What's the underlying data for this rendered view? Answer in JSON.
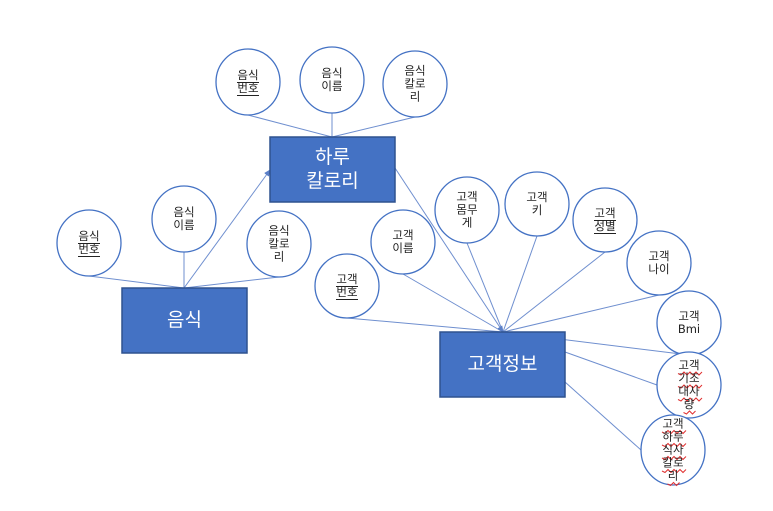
{
  "entities": [
    {
      "id": "daily_cal",
      "label": [
        "하루",
        "칼로리"
      ]
    },
    {
      "id": "food",
      "label": [
        "음식"
      ]
    },
    {
      "id": "customer",
      "label": [
        "고객정보"
      ]
    }
  ],
  "attributes": [
    {
      "id": "a1",
      "owner": "daily_cal",
      "label": [
        "음식",
        "번호"
      ],
      "key": true
    },
    {
      "id": "a2",
      "owner": "daily_cal",
      "label": [
        "음식",
        "이름"
      ]
    },
    {
      "id": "a3",
      "owner": "daily_cal",
      "label": [
        "음식",
        "칼로",
        "리"
      ]
    },
    {
      "id": "b1",
      "owner": "food",
      "label": [
        "음식",
        "번호"
      ],
      "key": true
    },
    {
      "id": "b2",
      "owner": "food",
      "label": [
        "음식",
        "이름"
      ]
    },
    {
      "id": "b3",
      "owner": "food",
      "label": [
        "음식",
        "칼로",
        "리"
      ]
    },
    {
      "id": "c1",
      "owner": "customer",
      "label": [
        "고객",
        "번호"
      ],
      "key": true
    },
    {
      "id": "c2",
      "owner": "customer",
      "label": [
        "고객",
        "이름"
      ]
    },
    {
      "id": "c3",
      "owner": "customer",
      "label": [
        "고객",
        "몸무",
        "게"
      ]
    },
    {
      "id": "c4",
      "owner": "customer",
      "label": [
        "고객",
        "키"
      ]
    },
    {
      "id": "c5",
      "owner": "customer",
      "label": [
        "고객",
        "성별"
      ],
      "key": true
    },
    {
      "id": "c6",
      "owner": "customer",
      "label": [
        "고객",
        "나이"
      ]
    },
    {
      "id": "c7",
      "owner": "customer",
      "label": [
        "고객",
        "Bmi"
      ]
    },
    {
      "id": "c8",
      "owner": "customer",
      "label": [
        "고객",
        "기조",
        "대사",
        "량"
      ],
      "spell": true
    },
    {
      "id": "c9",
      "owner": "customer",
      "label": [
        "고객",
        "하루",
        "식사",
        "칼로",
        "리"
      ],
      "spell": true
    }
  ],
  "relationships": [
    {
      "from": "food",
      "to": "daily_cal",
      "arrow": true
    },
    {
      "from": "daily_cal",
      "to": "customer",
      "arrow": true
    }
  ]
}
